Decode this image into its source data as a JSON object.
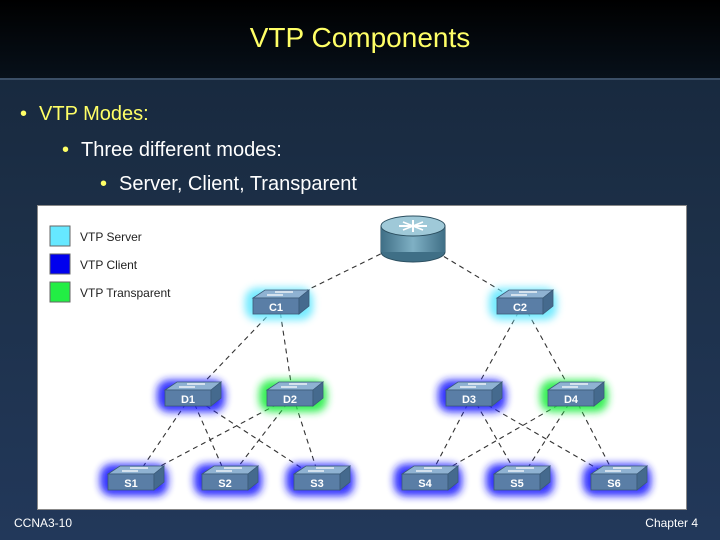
{
  "slide": {
    "title": "VTP Components",
    "bullets": [
      "VTP Modes:",
      "Three different modes:",
      "Server, Client, Transparent"
    ],
    "footer_left": "CCNA3-10",
    "footer_right": "Chapter 4"
  },
  "legend": [
    {
      "label": "VTP Server",
      "color": "#66e8ff"
    },
    {
      "label": "VTP Client",
      "color": "#0000ee"
    },
    {
      "label": "VTP Transparent",
      "color": "#22ee44"
    }
  ],
  "colors": {
    "server_glow": "#66e8ff",
    "client_glow": "#1a1aff",
    "transparent_glow": "#22ee44",
    "switch_body": "#5a7ea6"
  },
  "switches": [
    {
      "id": "router",
      "label": "",
      "mode": "router"
    },
    {
      "id": "C1",
      "label": "C1",
      "mode": "server"
    },
    {
      "id": "C2",
      "label": "C2",
      "mode": "server"
    },
    {
      "id": "D1",
      "label": "D1",
      "mode": "client"
    },
    {
      "id": "D2",
      "label": "D2",
      "mode": "transparent"
    },
    {
      "id": "D3",
      "label": "D3",
      "mode": "client"
    },
    {
      "id": "D4",
      "label": "D4",
      "mode": "transparent"
    },
    {
      "id": "S1",
      "label": "S1",
      "mode": "client"
    },
    {
      "id": "S2",
      "label": "S2",
      "mode": "client"
    },
    {
      "id": "S3",
      "label": "S3",
      "mode": "client"
    },
    {
      "id": "S4",
      "label": "S4",
      "mode": "client"
    },
    {
      "id": "S5",
      "label": "S5",
      "mode": "client"
    },
    {
      "id": "S6",
      "label": "S6",
      "mode": "client"
    }
  ]
}
